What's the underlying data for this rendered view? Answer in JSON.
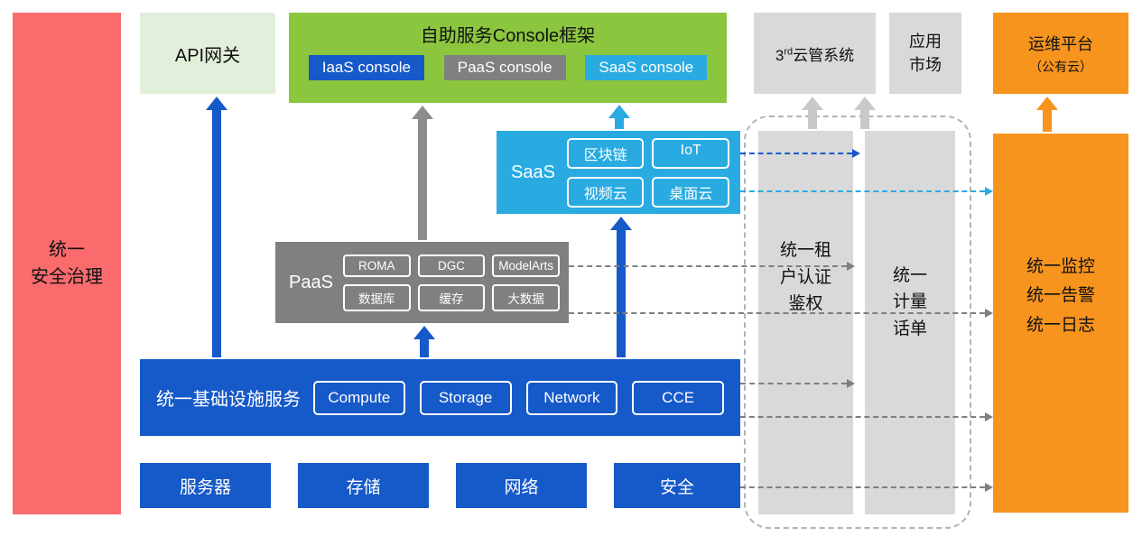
{
  "colors": {
    "red": "#f96b6d",
    "lightgreen": "#e2efda",
    "green": "#8cc63e",
    "blue": "#1659c8",
    "gray": "#808080",
    "lightgray": "#d9d9d9",
    "lightblue": "#29abe2",
    "orange": "#f7941e"
  },
  "nodes": {
    "security": {
      "label": "统一\n安全治理"
    },
    "api_gateway": {
      "label": "API网关"
    },
    "console": {
      "title": "自助服务Console框架",
      "chips": [
        "IaaS console",
        "PaaS console",
        "SaaS console"
      ]
    },
    "third_cloud": {
      "pre": "3",
      "sup": "rd",
      "post": "云管系统"
    },
    "app_market": {
      "label": "应用\n市场"
    },
    "ops_platform": {
      "line1": "运维平台",
      "line2": "（公有云）"
    },
    "saas": {
      "label": "SaaS",
      "items": [
        "区块链",
        "IoT",
        "视频云",
        "桌面云"
      ]
    },
    "paas": {
      "label": "PaaS",
      "items": [
        "ROMA",
        "DGC",
        "ModelArts",
        "数据库",
        "缓存",
        "大数据"
      ]
    },
    "infra": {
      "label": "统一基础设施服务",
      "items": [
        "Compute",
        "Storage",
        "Network",
        "CCE"
      ]
    },
    "bottom": [
      "服务器",
      "存储",
      "网络",
      "安全"
    ],
    "auth": {
      "label": "统一租\n户认证\n鉴权"
    },
    "metering": {
      "label": "统一\n计量\n话单"
    },
    "monitor": {
      "label": "统一监控\n统一告警\n统一日志"
    }
  }
}
